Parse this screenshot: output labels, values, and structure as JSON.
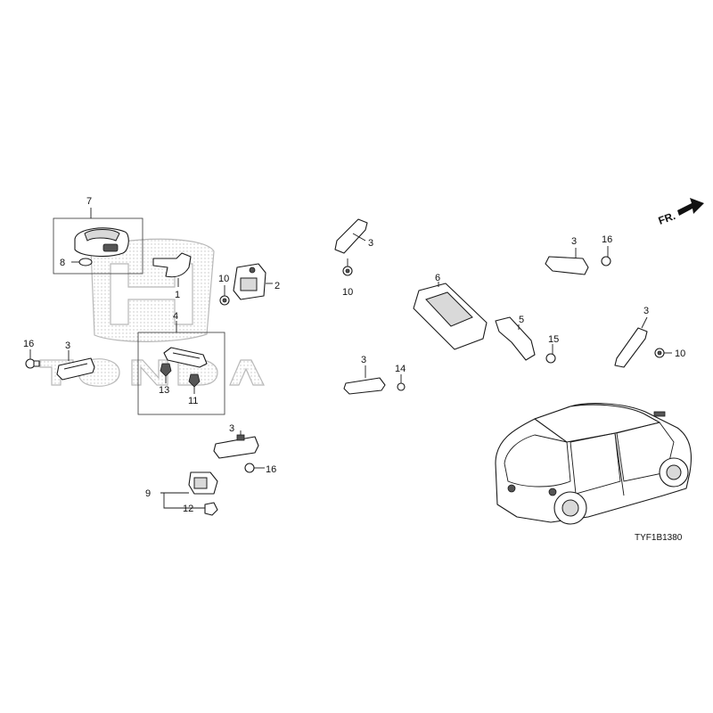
{
  "diagram": {
    "drawing_code": "TYF1B1380",
    "direction_label": "FR.",
    "callouts": [
      {
        "id": "c7",
        "text": "7"
      },
      {
        "id": "c8",
        "text": "8"
      },
      {
        "id": "c1",
        "text": "1"
      },
      {
        "id": "c2",
        "text": "2"
      },
      {
        "id": "c10a",
        "text": "10"
      },
      {
        "id": "c4",
        "text": "4"
      },
      {
        "id": "c16a",
        "text": "16"
      },
      {
        "id": "c3a",
        "text": "3"
      },
      {
        "id": "c13",
        "text": "13"
      },
      {
        "id": "c11",
        "text": "11"
      },
      {
        "id": "c3b",
        "text": "3"
      },
      {
        "id": "c16b",
        "text": "16"
      },
      {
        "id": "c9",
        "text": "9"
      },
      {
        "id": "c12",
        "text": "12"
      },
      {
        "id": "c3c",
        "text": "3"
      },
      {
        "id": "c10b",
        "text": "10"
      },
      {
        "id": "c6",
        "text": "6"
      },
      {
        "id": "c5",
        "text": "5"
      },
      {
        "id": "c15",
        "text": "15"
      },
      {
        "id": "c3d",
        "text": "3"
      },
      {
        "id": "c14",
        "text": "14"
      },
      {
        "id": "c3e",
        "text": "3"
      },
      {
        "id": "c16c",
        "text": "16"
      },
      {
        "id": "c3f",
        "text": "3"
      },
      {
        "id": "c10c",
        "text": "10"
      }
    ]
  }
}
